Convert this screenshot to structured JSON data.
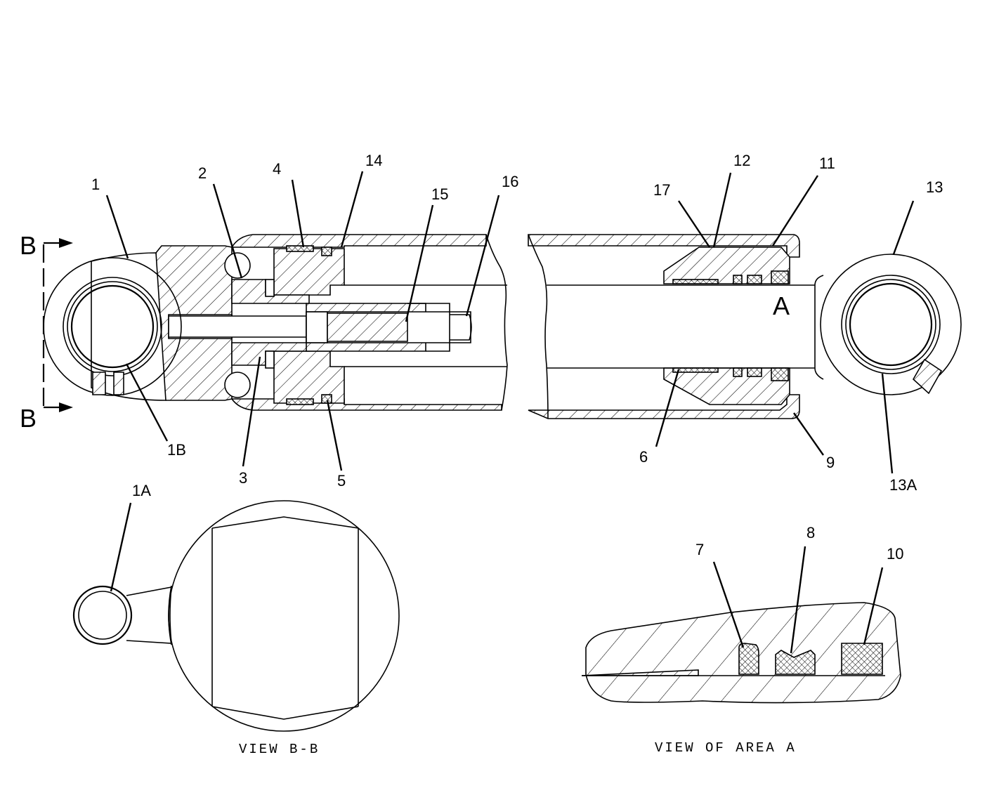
{
  "view_markers": {
    "section_letter_top": "B",
    "section_letter_bottom": "B",
    "area_letter": "A"
  },
  "callouts": {
    "c1": "1",
    "c1A": "1A",
    "c1B": "1B",
    "c2": "2",
    "c3": "3",
    "c4": "4",
    "c5": "5",
    "c6": "6",
    "c7": "7",
    "c8": "8",
    "c9": "9",
    "c10": "10",
    "c11": "11",
    "c12": "12",
    "c13": "13",
    "c13A": "13A",
    "c14": "14",
    "c15": "15",
    "c16": "16",
    "c17": "17"
  },
  "captions": {
    "view_bb": "VIEW B-B",
    "view_area_a": "VIEW OF AREA A"
  }
}
